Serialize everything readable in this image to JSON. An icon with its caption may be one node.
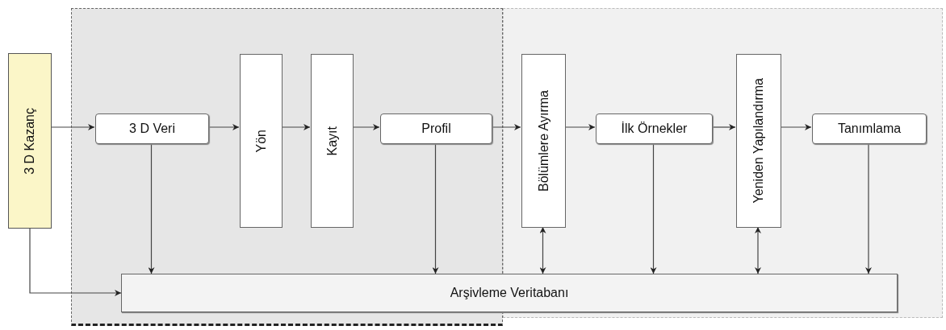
{
  "diagram": {
    "nodes": [
      {
        "text": [],
        "shape": "box"
      },
      {
        "text": [],
        "shape": "box"
      },
      {
        "text": [
          "3 D Kazanç"
        ]
      },
      {
        "text": [
          "3 D Veri"
        ],
        "in": 0
      },
      {
        "text": [
          "Yön"
        ],
        "in": 0
      },
      {
        "text": [
          "Kayıt"
        ],
        "in": 0
      },
      {
        "text": [
          "Profil"
        ],
        "in": 0
      },
      {
        "text": [
          "Bölümlere Ayırma"
        ],
        "in": 1
      },
      {
        "text": [
          "İlk Örnekler"
        ],
        "in": 1
      },
      {
        "text": [
          "Yeniden Yapılandırma"
        ],
        "in": 1
      },
      {
        "text": [
          "Tanımlama"
        ],
        "in": 1
      },
      {
        "text": [
          "Arşivleme Veritabanı"
        ]
      }
    ],
    "edges": [
      {
        "from": 2,
        "to": 3,
        "arrow": "to"
      },
      {
        "from": 3,
        "to": 4,
        "arrow": "to"
      },
      {
        "from": 4,
        "to": 5,
        "arrow": "to"
      },
      {
        "from": 5,
        "to": 6,
        "arrow": "to"
      },
      {
        "from": 6,
        "to": 7,
        "arrow": "to"
      },
      {
        "from": 7,
        "to": 8,
        "arrow": "to"
      },
      {
        "from": 8,
        "to": 9,
        "arrow": "to"
      },
      {
        "from": 9,
        "to": 10,
        "arrow": "to"
      },
      {
        "from": 3,
        "to": 11,
        "arrow": "to"
      },
      {
        "from": 6,
        "to": 11,
        "arrow": "to"
      },
      {
        "from": 7,
        "to": 11,
        "arrow": "both"
      },
      {
        "from": 8,
        "to": 11,
        "arrow": "to"
      },
      {
        "from": 9,
        "to": 11,
        "arrow": "both"
      },
      {
        "from": 10,
        "to": 11,
        "arrow": "to"
      },
      {
        "from": 2,
        "to": 11,
        "arrow": "to"
      }
    ]
  }
}
